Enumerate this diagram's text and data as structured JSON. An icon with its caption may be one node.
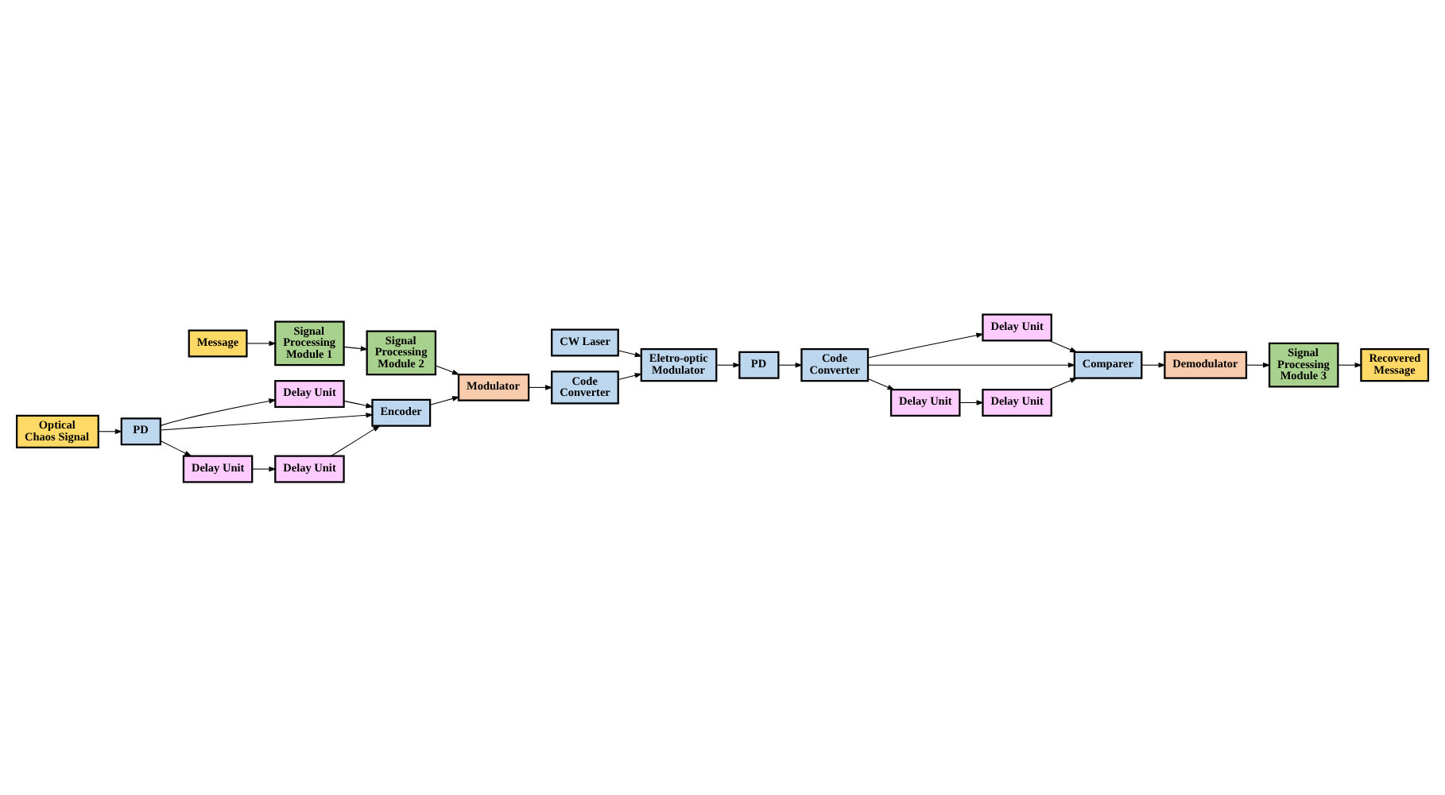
{
  "diagram": {
    "nodes": [
      {
        "text": [
          "Delay Unit"
        ]
      },
      {
        "text": [
          "Optical Chaos Signal"
        ]
      },
      {
        "text": [
          "PD"
        ]
      },
      {
        "text": [
          "Encoder"
        ]
      },
      {
        "text": [
          "Modulator"
        ]
      },
      {
        "text": [
          "Code Converter"
        ]
      },
      {
        "text": [
          "Delay Unit"
        ]
      },
      {
        "text": [
          "Delay Unit"
        ]
      },
      {
        "text": [
          "Message"
        ]
      },
      {
        "text": [
          "Signal Processing Module 1"
        ]
      },
      {
        "text": [
          "Signal Processing Module 2"
        ]
      },
      {
        "text": [
          "CW Laser"
        ]
      },
      {
        "text": [
          "Eletro-optic Modulator"
        ]
      },
      {
        "text": [
          "Delay Unit"
        ]
      },
      {
        "text": [
          "Recovered Message"
        ]
      },
      {
        "text": [
          "Signal Processing Module 3"
        ]
      },
      {
        "text": [
          "Demodulator"
        ]
      },
      {
        "text": [
          "Comparer"
        ]
      },
      {
        "text": [
          "Code Converter"
        ]
      },
      {
        "text": [
          "PD"
        ]
      },
      {
        "text": [
          "Delay Unit"
        ]
      },
      {
        "text": [
          "Delay Unit"
        ]
      }
    ],
    "edges": [
      {
        "from": 1,
        "to": 2,
        "arrow": "to"
      },
      {
        "from": 2,
        "to": 0,
        "arrow": "to"
      },
      {
        "from": 2,
        "to": 3,
        "arrow": "to"
      },
      {
        "from": 2,
        "to": 6,
        "arrow": "to"
      },
      {
        "from": 0,
        "to": 3,
        "arrow": "to"
      },
      {
        "from": 6,
        "to": 7,
        "arrow": "to"
      },
      {
        "from": 7,
        "to": 3,
        "arrow": "to"
      },
      {
        "from": 3,
        "to": 4,
        "arrow": "to"
      },
      {
        "from": 4,
        "to": 5,
        "arrow": "to"
      },
      {
        "from": 8,
        "to": 9,
        "arrow": "to"
      },
      {
        "from": 9,
        "to": 10,
        "arrow": "to"
      },
      {
        "from": 10,
        "to": 4,
        "arrow": "to"
      },
      {
        "from": 5,
        "to": 12,
        "arrow": "to"
      },
      {
        "from": 11,
        "to": 12,
        "arrow": "to"
      },
      {
        "from": 12,
        "to": 19,
        "arrow": "to"
      },
      {
        "from": 19,
        "to": 18,
        "arrow": "to"
      },
      {
        "from": 18,
        "to": 13,
        "arrow": "to"
      },
      {
        "from": 13,
        "to": 17,
        "arrow": "to"
      },
      {
        "from": 18,
        "to": 17,
        "arrow": "to"
      },
      {
        "from": 18,
        "to": 21,
        "arrow": "to"
      },
      {
        "from": 21,
        "to": 20,
        "arrow": "to"
      },
      {
        "from": 20,
        "to": 17,
        "arrow": "to"
      },
      {
        "from": 17,
        "to": 16,
        "arrow": "to"
      },
      {
        "from": 16,
        "to": 15,
        "arrow": "to"
      },
      {
        "from": 15,
        "to": 14,
        "arrow": "to"
      }
    ]
  }
}
